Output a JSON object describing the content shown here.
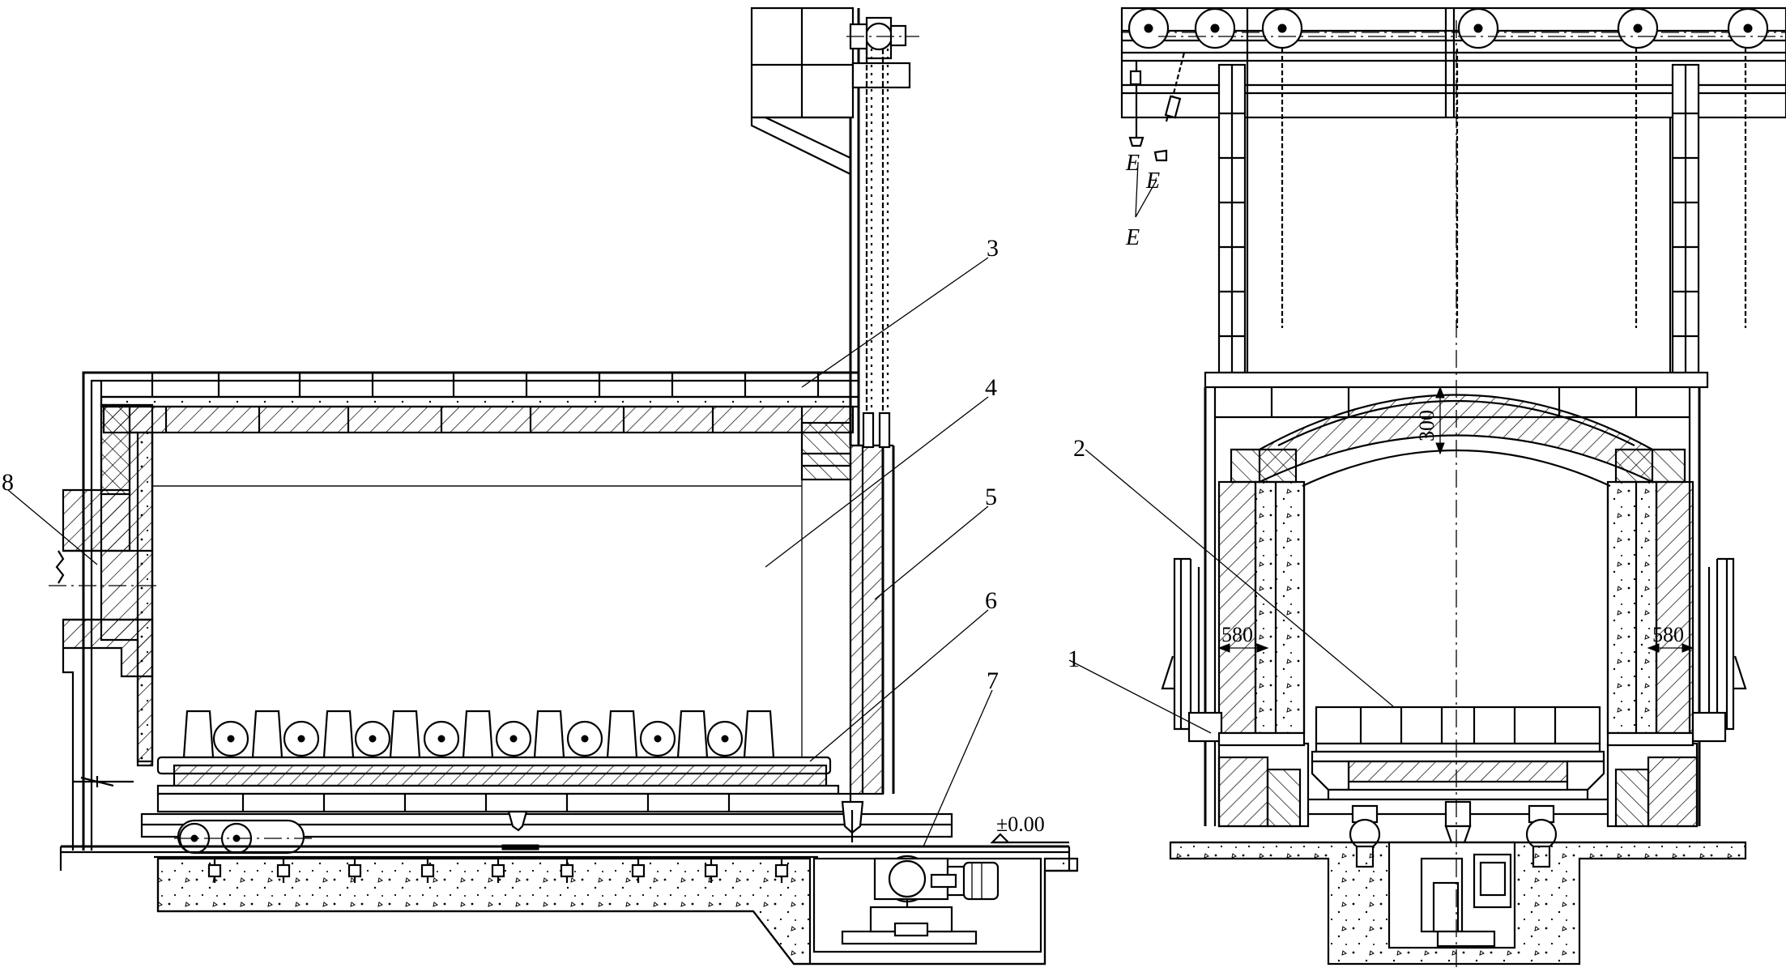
{
  "labels": {
    "l1": "1",
    "l2": "2",
    "l3": "3",
    "l4": "4",
    "l5": "5",
    "l6": "6",
    "l7": "7",
    "l8": "8"
  },
  "dimensions": {
    "wall_left": "580",
    "wall_right": "580",
    "arch_gap": "300",
    "level": "±0.00"
  },
  "electrodes": {
    "e1": "E",
    "e2": "E",
    "e3": "E"
  }
}
